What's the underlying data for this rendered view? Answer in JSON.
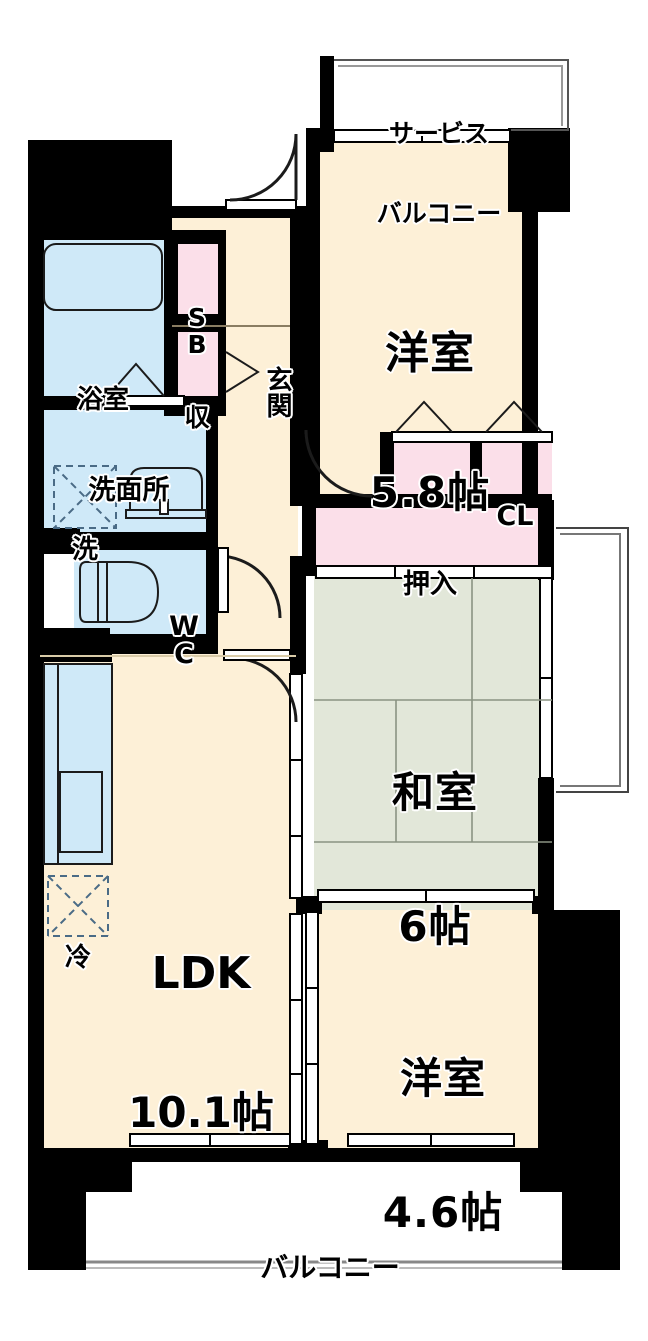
{
  "plan": {
    "type": "japanese-apartment-floor-plan",
    "layout_code": "3LDK",
    "unit_label": "帖",
    "colors": {
      "wall": "#000000",
      "room_floor": "#fdf0d7",
      "tatami": "#e2e7d9",
      "wet_area": "#cfe9f8",
      "closet": "#fbdfe9",
      "balcony": "#ffffff"
    }
  },
  "rooms": [
    {
      "id": "service-balcony",
      "name": "サービス\nバルコニー",
      "size": ""
    },
    {
      "id": "western-room-1",
      "name": "洋室",
      "size": "5.8帖"
    },
    {
      "id": "japanese-room",
      "name": "和室",
      "size": "6帖"
    },
    {
      "id": "western-room-2",
      "name": "洋室",
      "size": "4.6帖"
    },
    {
      "id": "ldk",
      "name": "LDK",
      "size": "10.1帖"
    },
    {
      "id": "balcony",
      "name": "バルコニー",
      "size": ""
    }
  ],
  "labels": {
    "service_balcony_line1": "サービス",
    "service_balcony_line2": "バルコニー",
    "western_1_name": "洋室",
    "western_1_size": "5.8帖",
    "western_2_name": "洋室",
    "western_2_size": "4.6帖",
    "japanese_name": "和室",
    "japanese_size": "6帖",
    "ldk_name": "LDK",
    "ldk_size": "10.1帖",
    "balcony": "バルコニー",
    "entrance": "玄関",
    "shoe_box": "S\nB",
    "storage": "収",
    "bath": "浴室",
    "washroom": "洗面所",
    "washer": "洗",
    "toilet": "W\nC",
    "closet_cl": "CL",
    "oshiire": "押入",
    "fridge": "冷"
  }
}
